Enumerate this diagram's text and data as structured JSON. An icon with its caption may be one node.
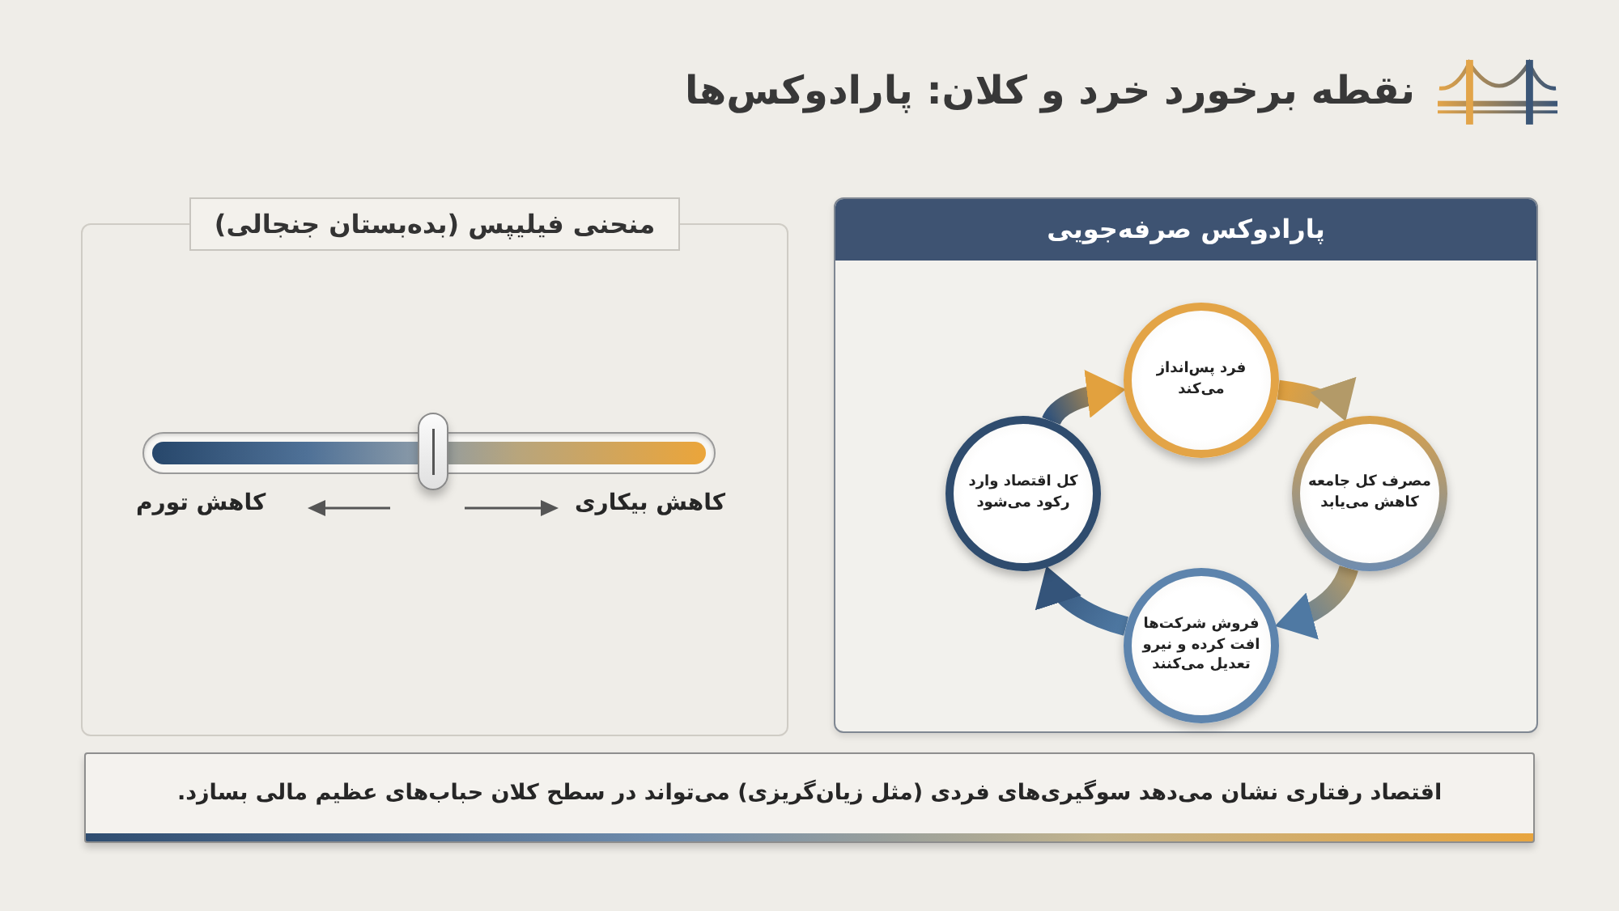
{
  "diagram": {
    "title": "نقطه برخورد خرد و کلان: پارادوکس‌ها",
    "nodes": [
      {
        "text": [
          "پارادوکس صرفه‌جویی"
        ]
      },
      {
        "text": [
          "فرد پس‌انداز می‌کند"
        ],
        "in": 0
      },
      {
        "text": [
          "مصرف کل جامعه کاهش می‌یابد"
        ],
        "in": 0
      },
      {
        "text": [
          "فروش شرکت‌ها افت کرده و نیرو تعدیل می‌کنند"
        ],
        "in": 0
      },
      {
        "text": [
          "کل اقتصاد وارد رکود می‌شود"
        ],
        "in": 0
      },
      {
        "text": [
          "منحنی فیلیپس (بده‌بستان جنجالی)"
        ]
      },
      {
        "text": [
          "اقتصاد رفتاری نشان می‌دهد سوگیری‌های فردی (مثل زیان‌گریزی) می‌تواند در سطح کلان حباب‌های عظیم مالی بسازد."
        ]
      }
    ],
    "edges": [
      {
        "from": 1,
        "to": 2,
        "arrow": "to"
      },
      {
        "from": 2,
        "to": 3,
        "arrow": "to"
      },
      {
        "from": 3,
        "to": 4,
        "arrow": "to"
      },
      {
        "from": 4,
        "to": 1,
        "arrow": "to"
      }
    ],
    "labels": [
      "کاهش بیکاری",
      "کاهش تورم"
    ]
  }
}
